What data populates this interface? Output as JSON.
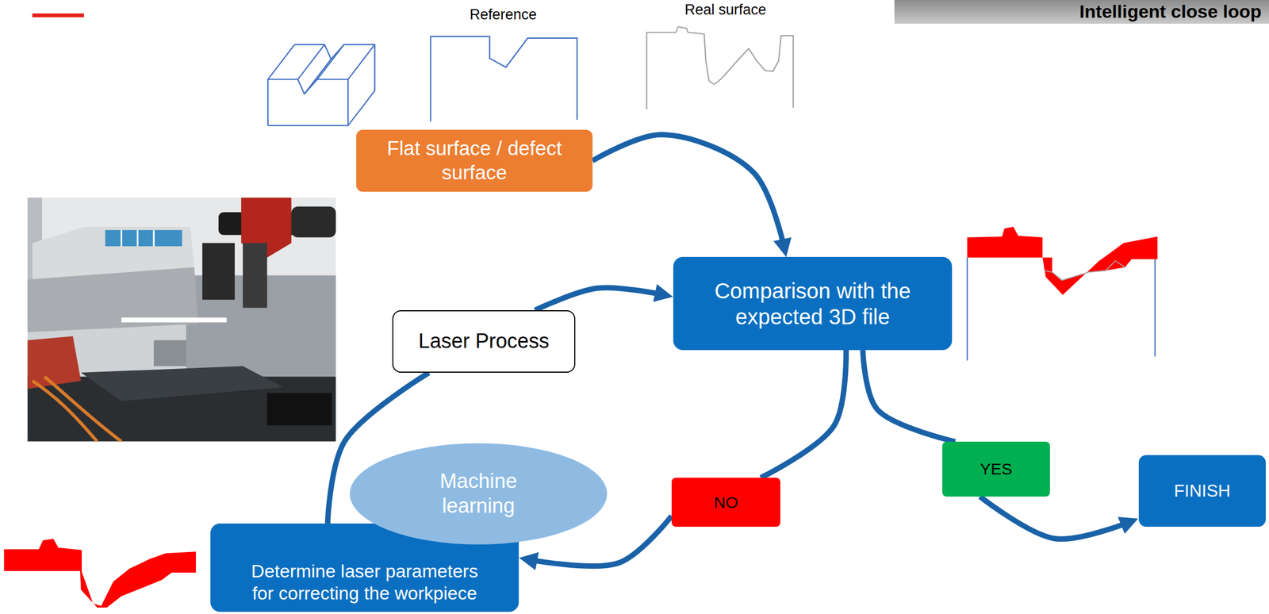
{
  "diagram": {
    "title": "Intelligent close loop",
    "nodes": [
      {
        "text": [
          "Flat surface / defect surface"
        ]
      },
      {
        "text": [
          "Comparison with the expected 3D file"
        ]
      },
      {
        "text": [
          "Laser Process"
        ]
      },
      {
        "text": [
          "Machine learning"
        ]
      },
      {
        "text": [
          "Determine laser parameters for correcting the workpiece"
        ]
      },
      {
        "text": [
          "NO"
        ]
      },
      {
        "text": [
          "YES"
        ]
      },
      {
        "text": [
          "FINISH"
        ]
      }
    ],
    "edges": [
      {
        "from": 0,
        "to": 1,
        "arrow": "to"
      },
      {
        "from": 1,
        "to": 5,
        "arrow": "none"
      },
      {
        "from": 5,
        "to": 4,
        "arrow": "to"
      },
      {
        "from": 4,
        "to": 2,
        "arrow": "none"
      },
      {
        "from": 2,
        "to": 1,
        "arrow": "to"
      },
      {
        "from": 1,
        "to": 6,
        "arrow": "none"
      },
      {
        "from": 6,
        "to": 7,
        "arrow": "to"
      }
    ],
    "labels": [
      "Reference",
      "Real surface"
    ]
  }
}
